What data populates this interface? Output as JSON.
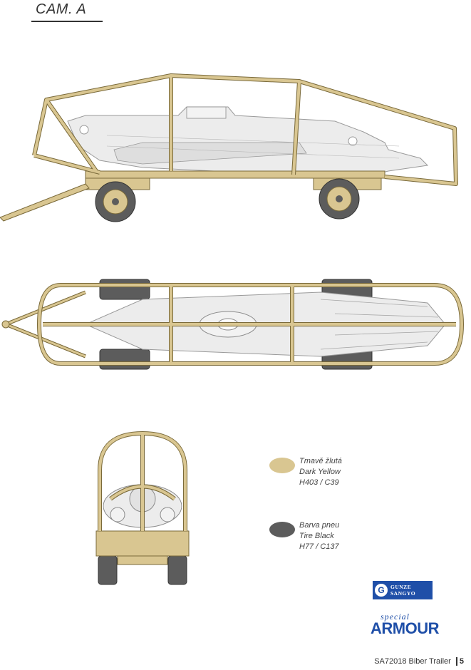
{
  "header": {
    "title": "CAM. A"
  },
  "colors": {
    "dark_yellow": "#d9c691",
    "tire_black": "#5c5c5c",
    "frame_stroke": "#7a6a3a",
    "hull_stroke": "#9a9a9a",
    "brand_blue": "#1f4fa8"
  },
  "legend": [
    {
      "lines": [
        "Tmavě žlutá",
        "Dark Yellow",
        "H403 / C39"
      ],
      "swatch_color": "#d9c691"
    },
    {
      "lines": [
        "Barva pneu",
        "Tire Black",
        "H77 / C137"
      ],
      "swatch_color": "#5c5c5c"
    }
  ],
  "logos": {
    "gunze_line1": "GUNZE",
    "gunze_line2": "SANGYO",
    "sa_top": "special",
    "sa_bottom": "ARMOUR"
  },
  "footer": {
    "code": "SA72018",
    "name": "Biber Trailer",
    "page": "5"
  }
}
